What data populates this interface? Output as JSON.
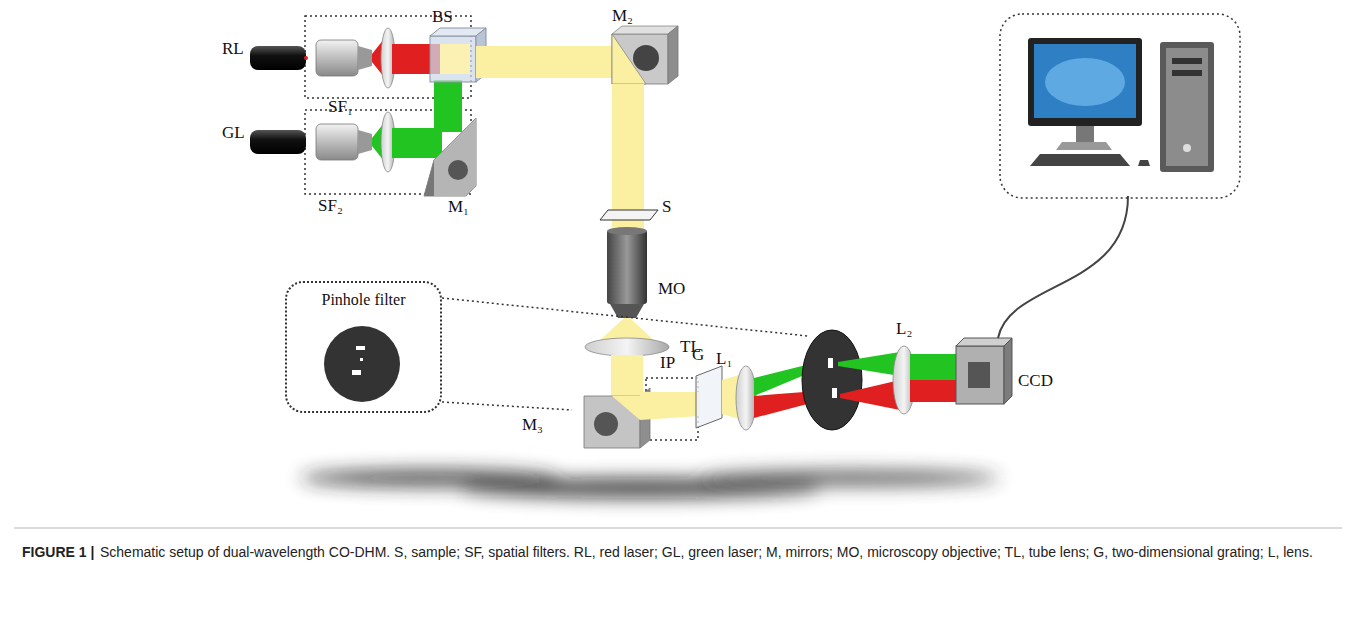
{
  "diagram": {
    "caption": "Schematic setup of dual-wavelength CO-DHM. S, sample; SF, spatial filters. RL, red laser; GL, green laser; M, mirrors; MO, microscopy objective; TL, tube lens; G, two-dimensional grating; L, lens.",
    "nodes": [
      {
        "text": [
          "Pinhole filter"
        ]
      }
    ],
    "labels": [
      "RL",
      "BS",
      "M₂",
      "SF₁",
      "GL",
      "SF₂",
      "M₁",
      "S",
      "MO",
      "TL",
      "IP",
      "G",
      "L₁",
      "L₂",
      "CCD",
      "M₃",
      "FIGURE 1 |"
    ]
  }
}
